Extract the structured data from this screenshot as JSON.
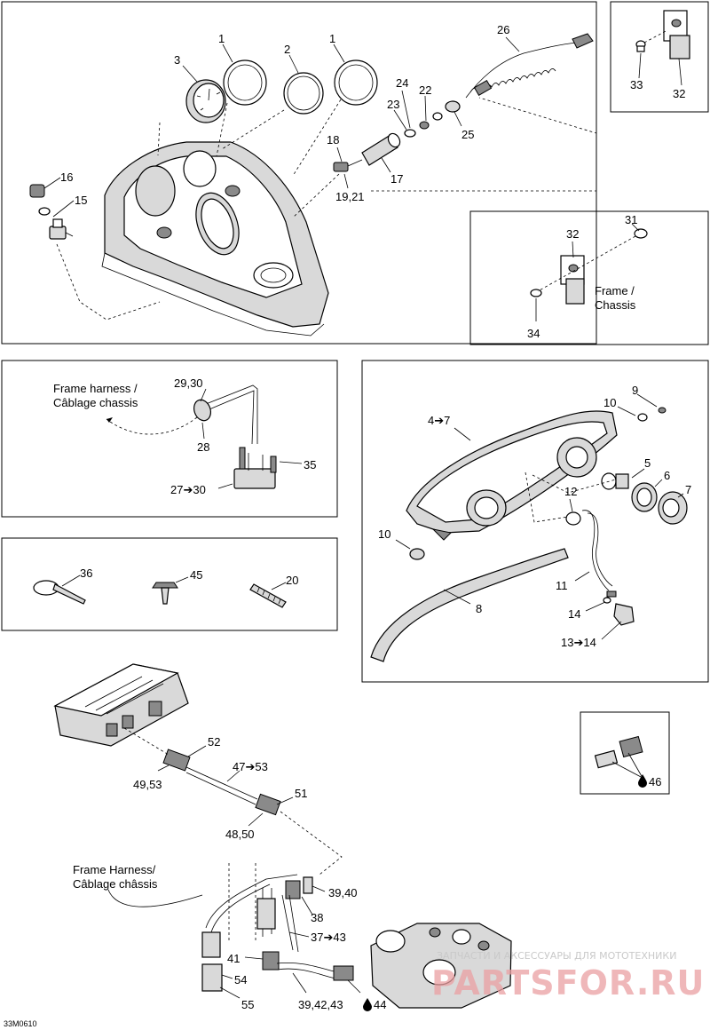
{
  "callouts": {
    "c1a": "1",
    "c1b": "1",
    "c2": "2",
    "c3": "3",
    "c26": "26",
    "c24": "24",
    "c22": "22",
    "c23": "23",
    "c25": "25",
    "c18": "18",
    "c17": "17",
    "c1921": "19,21",
    "c16": "16",
    "c15": "15",
    "c33": "33",
    "c32a": "32",
    "c31": "31",
    "c32b": "32",
    "c34": "34",
    "c2930": "29,30",
    "c28": "28",
    "c35": "35",
    "c2730": "27➔30",
    "c47": "4➔7",
    "c9": "9",
    "c10a": "10",
    "c5": "5",
    "c6": "6",
    "c7": "7",
    "c12": "12",
    "c10b": "10",
    "c11": "11",
    "c8": "8",
    "c14": "14",
    "c1314": "13➔14",
    "c36": "36",
    "c45": "45",
    "c20": "20",
    "c52": "52",
    "c4753": "47➔53",
    "c4953": "49,53",
    "c51": "51",
    "c4850": "48,50",
    "c3940a": "39,40",
    "c38": "38",
    "c3743": "37➔43",
    "c41": "41",
    "c54": "54",
    "c55": "55",
    "c394243": "39,42,43",
    "c44": "44",
    "c46": "46"
  },
  "labels": {
    "frame_chassis_1": "Frame /",
    "frame_chassis_2": "Chassis",
    "frame_harness_1": "Frame harness /",
    "frame_harness_2": "Câblage chassis",
    "frame_harness_b1": "Frame Harness/",
    "frame_harness_b2": "Câblage châssis"
  },
  "figure_code": "33M0610",
  "watermark": {
    "line1": "ЗАПЧАСТИ И АКСЕССУАРЫ ДЛЯ МОТОТЕХНИКИ",
    "line2": "PARTSFOR.RU"
  },
  "icons": {
    "liquid": "drop-icon",
    "arrow": "arrow-icon"
  }
}
